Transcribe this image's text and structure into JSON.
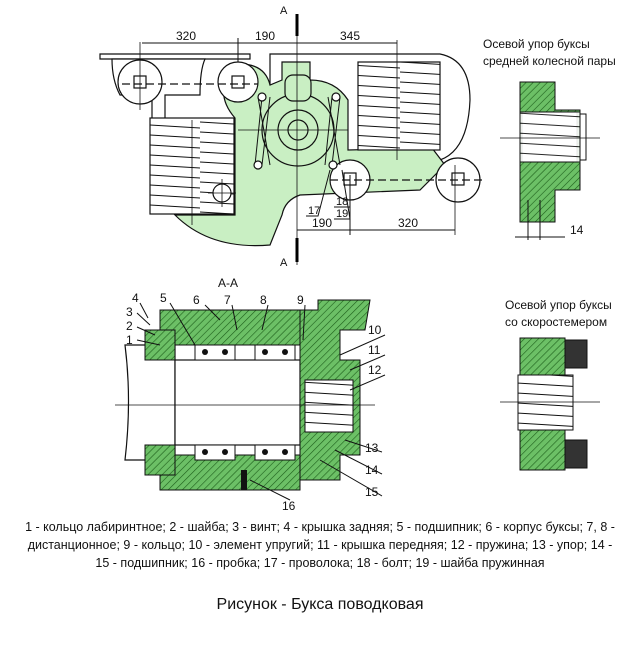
{
  "top_view": {
    "section_label": "А",
    "dims_top": [
      "320",
      "190",
      "345"
    ],
    "dims_bottom": [
      "190",
      "320"
    ],
    "callouts": [
      "17",
      "18",
      "19"
    ]
  },
  "detail_middle": {
    "title_line1": "Осевой упор буксы",
    "title_line2": "средней колесной пары",
    "dim": "14"
  },
  "section_view": {
    "title": "А-А",
    "callouts": [
      "1",
      "2",
      "3",
      "4",
      "5",
      "6",
      "7",
      "8",
      "9",
      "10",
      "11",
      "12",
      "13",
      "14",
      "15",
      "16"
    ]
  },
  "detail_speedometer": {
    "title_line1": "Осевой упор буксы",
    "title_line2": "со скоростемером"
  },
  "legend": {
    "line1": "1 - кольцо лабиринтное; 2 - шайба; 3 - винт; 4 - крышка задняя; 5 - подшипник; 6 - корпус буксы; 7, 8 -",
    "line2": "дистанционное; 9 - кольцо; 10 - элемент упругий; 11 - крышка передняя; 12 - пружина; 13 - упор; 14 -",
    "line3": "15 - подшипник; 16 - пробка; 17 - проволока; 18 - болт; 19 - шайба пружинная"
  },
  "figure_title": "Рисунок - Букса поводковая",
  "colors": {
    "fill_light": "#c9efc3",
    "fill_dark": "#55b04f"
  }
}
